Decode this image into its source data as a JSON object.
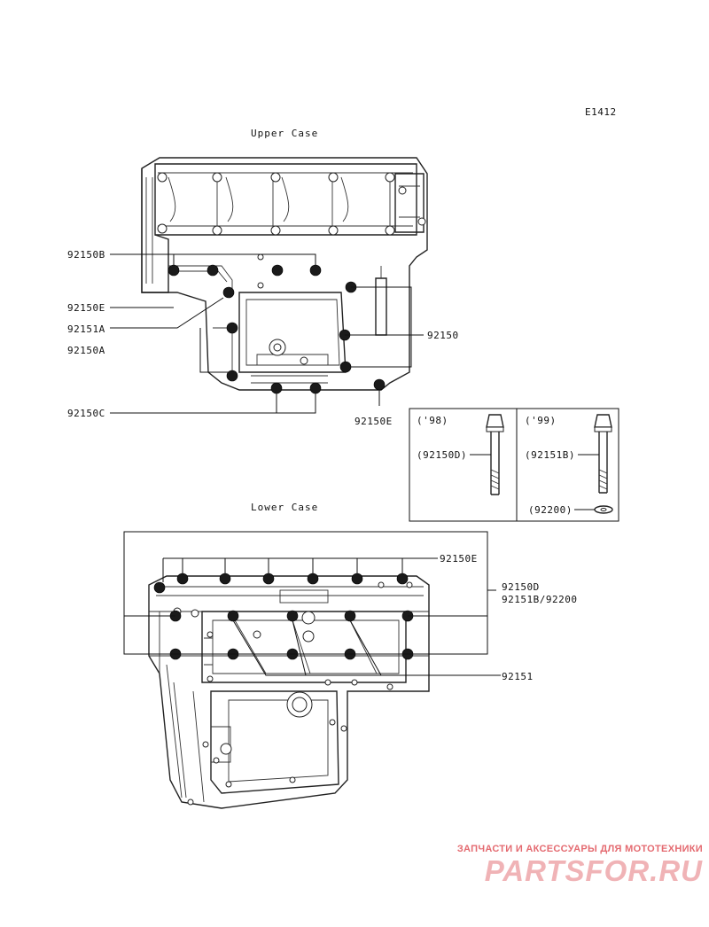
{
  "diagram_code": "E1412",
  "titles": {
    "upper": "Upper Case",
    "lower": "Lower Case"
  },
  "callouts": {
    "p92150B": "92150B",
    "p92150E_up": "92150E",
    "p92151A": "92151A",
    "p92150A": "92150A",
    "p92150C": "92150C",
    "p92150_right": "92150",
    "p92150E_bottom": "92150E",
    "p92150E_lower": "92150E",
    "p92150D_lower": "92150D",
    "p92151B_92200": "92151B/92200",
    "p92151": "92151"
  },
  "inset": {
    "year_98": "('98)",
    "year_99": "('99)",
    "part_92150D": "(92150D)",
    "part_92151B": "(92151B)",
    "part_92200": "(92200)"
  },
  "watermark": {
    "tagline": "ЗАПЧАСТИ И АКСЕССУАРЫ ДЛЯ МОТОТЕХНИКИ",
    "logo": "PARTSFOR.RU"
  }
}
